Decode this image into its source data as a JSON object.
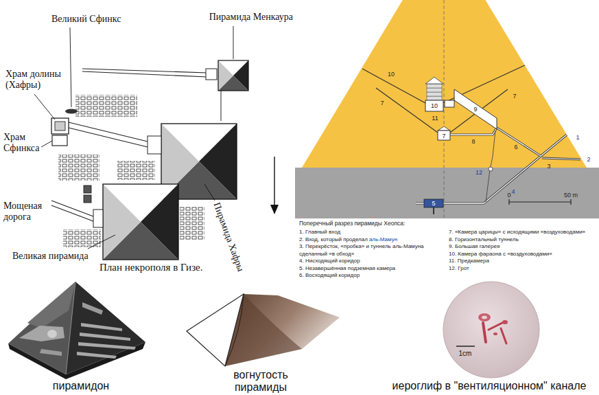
{
  "diagram": {
    "labels": [
      "Великий Сфинкс",
      "Пирамида Менкаура",
      "Храм долины (Хафры)",
      "Храм Сфинкса",
      "Мощеная дорога",
      "Великая пирамида",
      "Пирамида Хафры",
      "План некрополя в Гизе.",
      "10",
      "10",
      "7",
      "7",
      "11",
      "9",
      "7",
      "8",
      "6",
      "3",
      "1",
      "2",
      "12",
      "4",
      "5",
      "0",
      "50 m",
      "Поперечный разрез пирамиды Хеопса:",
      "1. Главный вход",
      "2. Вход, который проделал",
      "аль-Мамун",
      "3. Перекрёсток, «пробка» и туннель аль-Мамуна сделанный «в обход»",
      "4. Нисходящий коридор",
      "5. Незавершённая подземная камера",
      "6. Восходящий коридор",
      "7. «Камера царицы» с исходящими «воздуховодами»",
      "8. Горизонтальный туннель",
      "9. Большая галерея",
      "10. Камера фараона с «воздуховодами»",
      "11. Предкамера",
      "12. Грот",
      "пирамидон",
      "вогнутость пирамиды",
      "иероглиф в \"вентиляционном\" канале",
      "1cm"
    ]
  }
}
